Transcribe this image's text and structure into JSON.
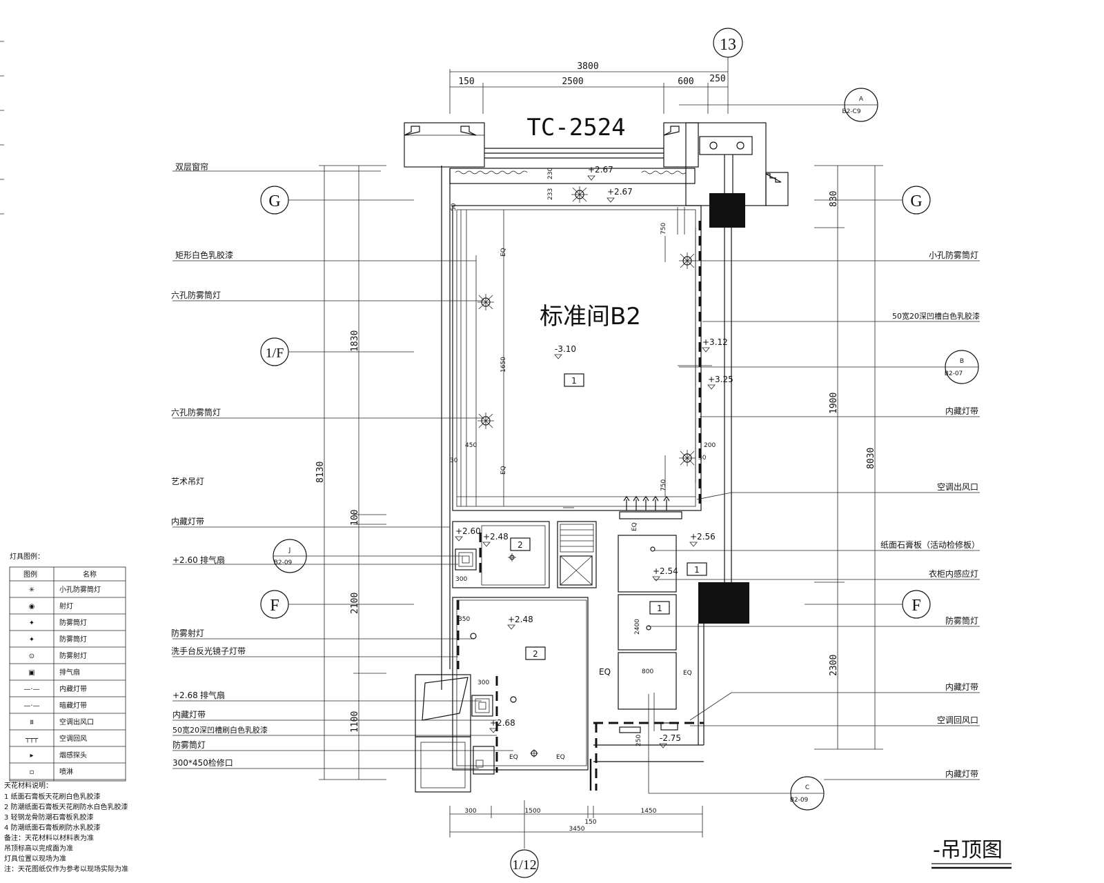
{
  "drawing": {
    "title": "-吊顶图",
    "room_name": "标准间B2",
    "window_tag": "TC-2524",
    "top_axis": "13",
    "bottom_axis": "1/12"
  },
  "axes": {
    "g_left": "G",
    "g_right": "G",
    "f_left": "F",
    "f_right": "F",
    "one_f": "1/F"
  },
  "section_refs": {
    "a": {
      "top": "A",
      "bottom": "B2-C9"
    },
    "b": {
      "top": "B",
      "bottom": "B2-07"
    },
    "c": {
      "top": "C",
      "bottom": "B2-09"
    },
    "j": {
      "top": "J",
      "bottom": "B2-09"
    }
  },
  "dimensions": {
    "top_total": "3800",
    "top_150": "150",
    "top_2500": "2500",
    "top_600": "600",
    "top_250": "250",
    "left_8130": "8130",
    "left_1830": "1830",
    "left_100": "100",
    "left_2100": "2100",
    "left_1100": "1100",
    "right_830": "830",
    "right_1900": "1900",
    "right_2300": "2300",
    "right_8030": "8030",
    "bot_300": "300",
    "bot_1500": "1500",
    "bot_150": "150",
    "bot_1450": "1450",
    "bot_3450": "3450",
    "in_230": "230",
    "in_233": "233",
    "in_50a": "50",
    "in_750a": "750",
    "in_1650": "1650",
    "in_450": "450",
    "in_30": "30",
    "in_200": "200",
    "in_750b": "750",
    "in_eq1": "EQ",
    "in_eq2": "EQ",
    "in_300a": "300",
    "in_350": "350",
    "in_2400": "2400",
    "in_800": "800",
    "in_eq3": "EQ",
    "in_eq4": "EQ",
    "in_eq5": "EQ",
    "in_eq6": "EQ",
    "in_eq7": "EQ",
    "in_300b": "300",
    "in_250": "250"
  },
  "levels": {
    "l1": "+2.67",
    "l2": "+2.67",
    "l3": "-3.10",
    "l4": "+3.12",
    "l5": "+3.25",
    "l6": "+2.60",
    "l7": "+2.48",
    "l8": "+2.56",
    "l9": "+2.54",
    "l10": "+2.48",
    "l11": "+2.68",
    "l12": "-2.75",
    "l13": "+2.60",
    "l14": "+2.68"
  },
  "zone_tags": {
    "z1": "1",
    "z2": "2",
    "z3": "2",
    "z4": "1",
    "z5": "1"
  },
  "left_callouts": {
    "c1": "双层窗帘",
    "c2": "矩形白色乳胶漆",
    "c3": "六孔防雾筒灯",
    "c4": "六孔防雾筒灯",
    "c5": "艺术吊灯",
    "c6": "内藏灯带",
    "c7": "排气扇",
    "c8": "防雾射灯",
    "c9": "洗手台反光镜子灯带",
    "c10": "排气扇",
    "c11": "内藏灯带",
    "c12": "50宽20深凹槽刷白色乳胶漆",
    "c13": "防雾筒灯",
    "c14": "300*450检修口"
  },
  "right_callouts": {
    "r1": "小孔防雾筒灯",
    "r2": "50宽20深凹槽白色乳胶漆",
    "r3": "内藏灯带",
    "r4": "空调出风口",
    "r5": "纸面石膏板（活动检修板）",
    "r6": "衣柜内感应灯",
    "r7": "防雾筒灯",
    "r8": "内藏灯带",
    "r9": "空调回风口",
    "r10": "内藏灯带"
  },
  "legend": {
    "title": "灯具图例：",
    "header_symbol": "图例",
    "header_name": "名称",
    "rows": [
      "小孔防雾筒灯",
      "射灯",
      "防雾筒灯",
      "防雾筒灯",
      "防雾射灯",
      "排气扇",
      "内藏灯带",
      "暗藏灯带",
      "空调出风口",
      "空调回风",
      "烟感探头",
      "喷淋"
    ]
  },
  "materials": {
    "title": "天花材料说明：",
    "lines": [
      "1 纸面石膏板天花刷白色乳胶漆",
      "2 防潮纸面石膏板天花刷防水白色乳胶漆",
      "3 轻钢龙骨防潮石膏板乳胶漆",
      "4 防潮纸面石膏板刷防水乳胶漆",
      "备注：天花材料以材料表为准",
      "吊顶标高以完成面为准",
      "灯具位置以现场为准",
      "注：天花图纸仅作为参考以现场实际为准"
    ]
  }
}
